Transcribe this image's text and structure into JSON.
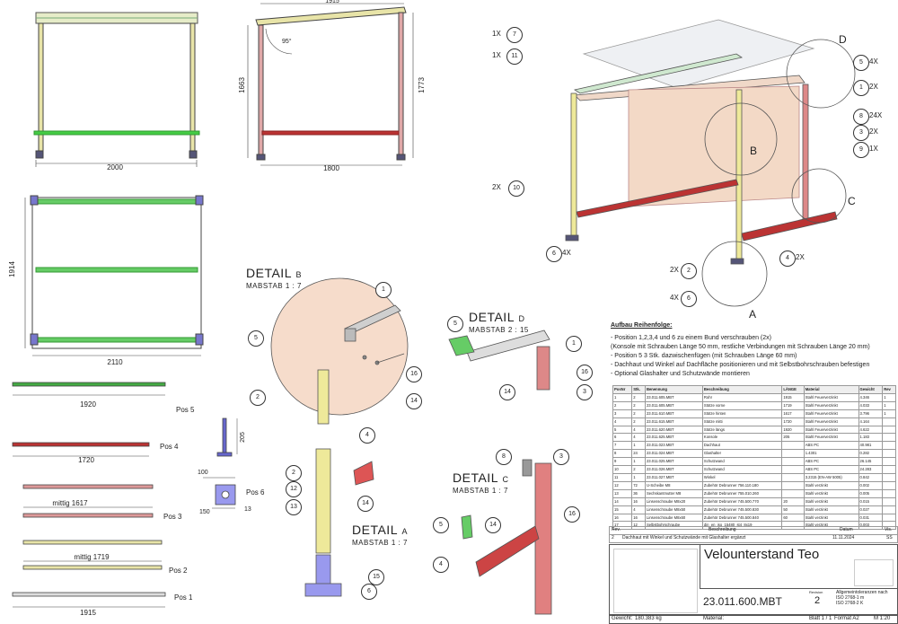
{
  "dimensions": {
    "front_width": "2000",
    "side_top": "1915",
    "side_height_front": "1663",
    "side_height_back": "1773",
    "side_depth": "1800",
    "angle": "95°",
    "plan_depth": "1914",
    "plan_width": "2110"
  },
  "parts": {
    "pos5": {
      "len": "1920",
      "label": "Pos 5"
    },
    "pos4": {
      "len": "1720",
      "label": "Pos 4"
    },
    "pos3": {
      "len": "mittig 1617",
      "label": "Pos 3"
    },
    "pos2": {
      "len": "mittig 1719",
      "label": "Pos 2"
    },
    "pos1": {
      "len": "1915",
      "label": "Pos 1"
    },
    "pos6": {
      "label": "Pos 6",
      "w": "100",
      "h": "150",
      "dia": "13"
    },
    "bracket_h": "205"
  },
  "details": {
    "b": {
      "title": "DETAIL",
      "letter": "B",
      "scale": "MABSTAB 1 : 7"
    },
    "d": {
      "title": "DETAIL",
      "letter": "D",
      "scale": "MABSTAB 2 : 15"
    },
    "a": {
      "title": "DETAIL",
      "letter": "A",
      "scale": "MABSTAB 1 : 7"
    },
    "c": {
      "title": "DETAIL",
      "letter": "C",
      "scale": "MABSTAB 1 : 7"
    }
  },
  "balloons_iso": [
    {
      "qty": "1X",
      "n": "7"
    },
    {
      "qty": "1X",
      "n": "11"
    },
    {
      "qty": "4X",
      "n": "5"
    },
    {
      "qty": "2X",
      "n": "1"
    },
    {
      "qty": "24X",
      "n": "8"
    },
    {
      "qty": "2X",
      "n": "3"
    },
    {
      "qty": "1X",
      "n": "9"
    },
    {
      "qty": "2X",
      "n": "10"
    },
    {
      "qty": "4X",
      "n": "6"
    },
    {
      "qty": "2X",
      "n": "4"
    },
    {
      "qty": "2X",
      "n": "2"
    },
    {
      "qty": "4X",
      "n": "6"
    }
  ],
  "iso_letters": {
    "a": "A",
    "b": "B",
    "c": "C",
    "d": "D"
  },
  "assembly": {
    "heading": "Aufbau Reihenfolge:",
    "lines": [
      "- Position 1,2,3,4 und 6 zu einem Bund verschrauben (2x)",
      "  (Konsole mit Schrauben Länge 50 mm, restliche Verbindungen mit Schrauben Länge 20 mm)",
      "- Position 5 3 Stk. dazwischenfügen (mit Schrauben Länge 60 mm)",
      "- Dachhaut und Winkel auf Dachfläche positionieren und mit Selbstbohrschrauben befestigen",
      "- Optional Glashalter und Schutzwände montieren"
    ]
  },
  "bom": {
    "headers": [
      "PosNr",
      "Stk.",
      "Benennung",
      "Beschreibung",
      "LÄNGE",
      "Material",
      "Gewicht",
      "Rev"
    ],
    "rows": [
      [
        "1",
        "2",
        "23.011.605.MBT",
        "Rohr",
        "1915",
        "Stahl Feuerverzinkt",
        "4.346",
        "1"
      ],
      [
        "2",
        "2",
        "23.011.605.MBT",
        "Stütze vorne",
        "1719",
        "Stahl Feuerverzinkt",
        "4.033",
        "1"
      ],
      [
        "3",
        "2",
        "23.011.610.MBT",
        "Stütze hinten",
        "1617",
        "Stahl Feuerverzinkt",
        "3.796",
        "1"
      ],
      [
        "4",
        "2",
        "23.011.615.MBT",
        "Stütze mitti",
        "1720",
        "Stahl Feuerverzinkt",
        "4.164",
        ""
      ],
      [
        "5",
        "4",
        "23.011.620.MBT",
        "Stütze längs",
        "1920",
        "Stahl Feuerverzinkt",
        "4.622",
        ""
      ],
      [
        "6",
        "4",
        "23.011.625.MBT",
        "Konsole",
        "205",
        "Stahl Feuerverzinkt",
        "1.183",
        ""
      ],
      [
        "7",
        "1",
        "23.011.023.MBT",
        "Dachhaut",
        "",
        "ABS PC",
        "40.981",
        ""
      ],
      [
        "8",
        "24",
        "23.011.024.MBT",
        "Glashalter",
        "",
        "1.4301",
        "0.282",
        ""
      ],
      [
        "9",
        "1",
        "23.011.025.MBT",
        "Schutzwand",
        "",
        "ABS PC",
        "26.145",
        ""
      ],
      [
        "10",
        "2",
        "23.011.026.MBT",
        "Schutzwand",
        "",
        "ABS PC",
        "24.283",
        ""
      ],
      [
        "11",
        "1",
        "23.011.027.MBT",
        "Winkel",
        "",
        "3.2315 (EN-AW 5005)",
        "0.842",
        ""
      ],
      [
        "12",
        "72",
        "U-Scheibe M8",
        "Zubehör Debrunner 756.110.180",
        "",
        "Stahl verzinkt",
        "0.002",
        ""
      ],
      [
        "13",
        "36",
        "Sechskantmutter M8",
        "Zubehör Debrunner 755.010.260",
        "",
        "Stahl verzinkt",
        "0.005",
        ""
      ],
      [
        "14",
        "16",
        "Linsenschraube M8x20",
        "Zubehör Debrunner 745.500.770",
        "20",
        "Stahl verzinkt",
        "0.015",
        ""
      ],
      [
        "15",
        "4",
        "Linsenschraube M8x50",
        "Zubehör Debrunner 745.500.830",
        "50",
        "Stahl verzinkt",
        "0.027",
        ""
      ],
      [
        "16",
        "16",
        "Linsenschraube M8x60",
        "Zubehör Debrunner 745.500.840",
        "60",
        "Stahl verzinkt",
        "0.031",
        ""
      ],
      [
        "17",
        "12",
        "Selbstbohrschraube",
        "din_en_iso_15480_st4_8x19",
        "",
        "Stahl verzinkt",
        "0.003",
        ""
      ]
    ]
  },
  "revision": {
    "headers": [
      "Rev.",
      "Beschreibung",
      "Datum",
      "Vis."
    ],
    "row": [
      "2",
      "Dachhaut mit Winkel und Schutzwände mit Glashalter ergänzt",
      "11.11.2024",
      "SS"
    ]
  },
  "titleblock": {
    "title": "Velounterstand Teo",
    "number": "23.011.600.MBT",
    "rev_label": "Revision",
    "rev": "2",
    "tol1": "Allgemeintoleranzen nach",
    "tol2": "ISO 2768-1 m",
    "tol3": "ISO 2768-2 K",
    "weight_label": "Gewicht:",
    "weight": "180.383 kg",
    "material_label": "Material:",
    "sheet": "Blatt 1 / 1",
    "format": "Format A2",
    "scale": "M 1:20"
  }
}
